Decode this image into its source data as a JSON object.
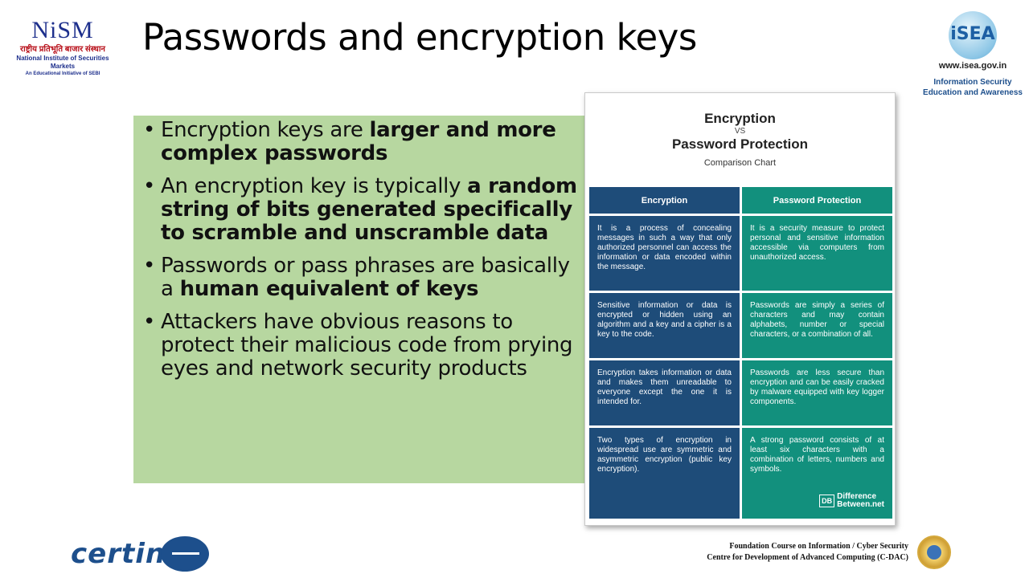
{
  "header": {
    "nism": {
      "brand": "NiSM",
      "hindi": "राष्ट्रीय प्रतिभूति बाजार संस्थान",
      "full": "National Institute of Securities Markets",
      "sub": "An Educational Initiative of SEBI"
    },
    "title": "Passwords and encryption keys",
    "isea": {
      "logo": "iSEA",
      "url": "www.isea.gov.in",
      "tagline_1": "Information Security",
      "tagline_2": "Education and Awareness"
    }
  },
  "bullets": [
    {
      "pre": "Encryption keys are ",
      "bold": "larger and more complex passwords",
      "post": ""
    },
    {
      "pre": "An encryption key is typically ",
      "bold": "a random string of bits generated specifically to scramble and unscramble data",
      "post": ""
    },
    {
      "pre": "Passwords or pass phrases are basically a ",
      "bold": "human equivalent of keys",
      "post": ""
    },
    {
      "pre": "Attackers have obvious reasons to protect their malicious code from prying eyes and network security products",
      "bold": "",
      "post": ""
    }
  ],
  "chart": {
    "title_1": "Encryption",
    "vs": "VS",
    "title_2": "Password Protection",
    "subtitle": "Comparison Chart",
    "col_1": "Encryption",
    "col_2": "Password Protection",
    "rows": [
      {
        "enc": "It is a process of concealing messages in such a way that only authorized personnel can access the information or data encoded within the message.",
        "pw": "It is a security measure to protect personal and sensitive information accessible via computers from unauthorized access."
      },
      {
        "enc": "Sensitive information or data is encrypted or hidden using an algorithm and a key and a cipher is a key to the code.",
        "pw": "Passwords are simply a series of characters and may contain alphabets, number or special characters, or a combination of all."
      },
      {
        "enc": "Encryption takes information or data and makes them unreadable to everyone except the one it is intended for.",
        "pw": "Passwords are less secure than encryption and can be easily cracked by malware equipped with key logger components."
      },
      {
        "enc": "Two types of encryption in widespread use are symmetric and asymmetric encryption (public key encryption).",
        "pw": "A strong password consists of at least six characters with a combination of letters, numbers and symbols."
      }
    ],
    "credit_mark": "DB",
    "credit_1": "Difference",
    "credit_2": "Between.net"
  },
  "footer": {
    "cert_logo": "certin",
    "line_1": "Foundation Course on Information / Cyber Security",
    "line_2": "Centre for Development of Advanced Computing (C-DAC)"
  },
  "colors": {
    "panel_green": "#b7d7a0",
    "encryption_blue": "#1e4c79",
    "password_teal": "#12907d",
    "brand_blue": "#1d4f8c"
  }
}
